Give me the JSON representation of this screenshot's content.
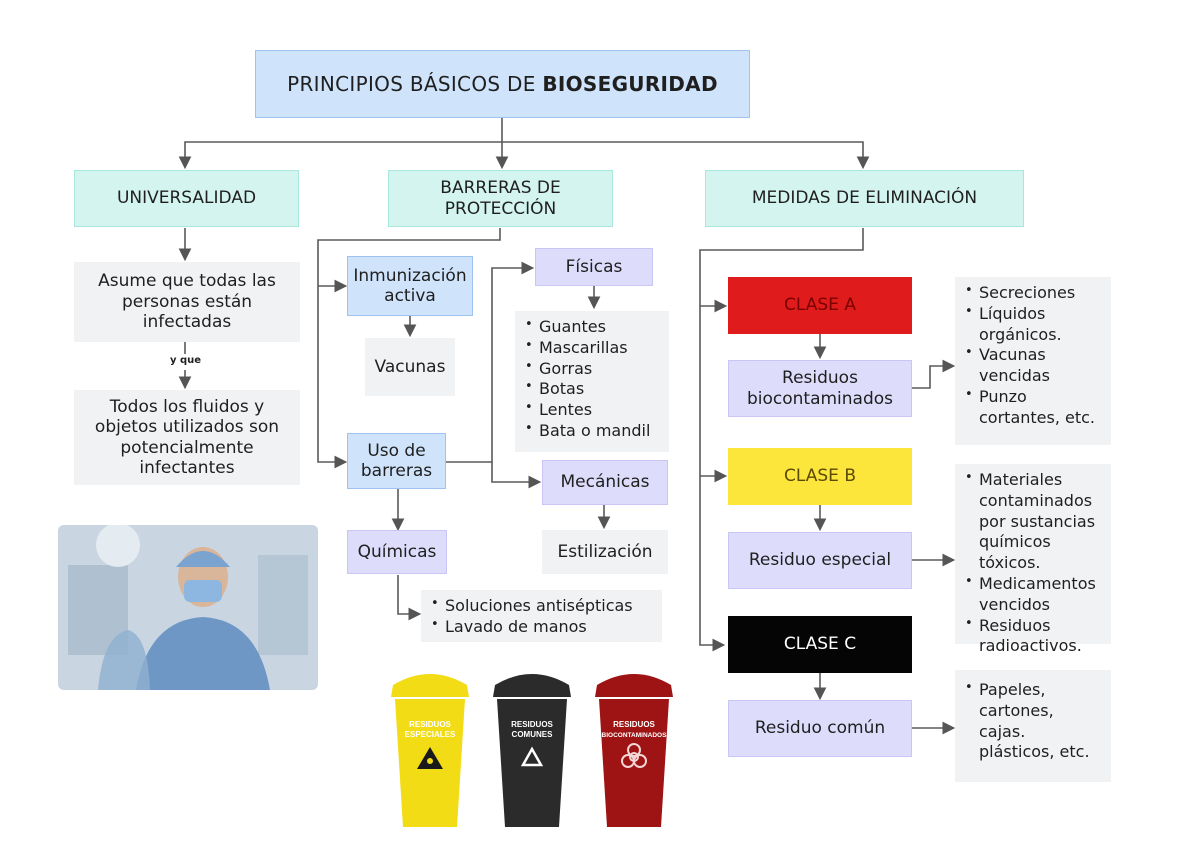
{
  "title": {
    "prefix": "PRINCIPIOS BÁSICOS DE ",
    "bold": "BIOSEGURIDAD"
  },
  "principles": {
    "universalidad": "UNIVERSALIDAD",
    "barreras": "BARRERAS DE PROTECCIÓN",
    "medidas": "MEDIDAS DE ELIMINACIÓN"
  },
  "universalidad": {
    "assume": "Asume que todas las personas están infectadas",
    "connector": "y que",
    "fluids": "Todos los fluidos y objetos utilizados son potencialmente infectantes"
  },
  "barreras": {
    "inmunizacion": "Inmunización activa",
    "vacunas": "Vacunas",
    "uso": "Uso de barreras",
    "quimicas": "Químicas",
    "quimicas_items": [
      "Soluciones antisépticas",
      "Lavado de manos"
    ],
    "fisicas": "Físicas",
    "fisicas_items": [
      "Guantes",
      "Mascarillas",
      "Gorras",
      "Botas",
      "Lentes",
      "Bata o mandil"
    ],
    "mecanicas": "Mecánicas",
    "estilizacion": "Estilización"
  },
  "eliminacion": {
    "clase_a": {
      "label": "CLASE A",
      "color": "#e01b1b",
      "type": "Residuos biocontaminados",
      "items": [
        "Secreciones",
        "Líquidos orgánicos.",
        "Vacunas vencidas",
        "Punzo cortantes, etc."
      ]
    },
    "clase_b": {
      "label": "CLASE B",
      "color": "#fde63c",
      "type": "Residuo especial",
      "items": [
        "Materiales contaminados por sustancias químicos tóxicos.",
        "Medicamentos vencidos",
        "Residuos radioactivos."
      ]
    },
    "clase_c": {
      "label": "CLASE C",
      "color": "#050505",
      "type": "Residuo común",
      "items": [
        "Papeles, cartones, cajas. plásticos, etc."
      ]
    }
  },
  "bins": [
    {
      "label_1": "RESIDUOS",
      "label_2": "ESPECIALES",
      "color": "#f2dc16",
      "icon": "radiation-icon"
    },
    {
      "label_1": "RESIDUOS",
      "label_2": "COMUNES",
      "color": "#2b2b2b",
      "icon": "recycle-icon"
    },
    {
      "label_1": "RESIDUOS",
      "label_2": "BIOCONTAMINADOS",
      "color": "#9e1414",
      "icon": "biohazard-icon"
    }
  ]
}
